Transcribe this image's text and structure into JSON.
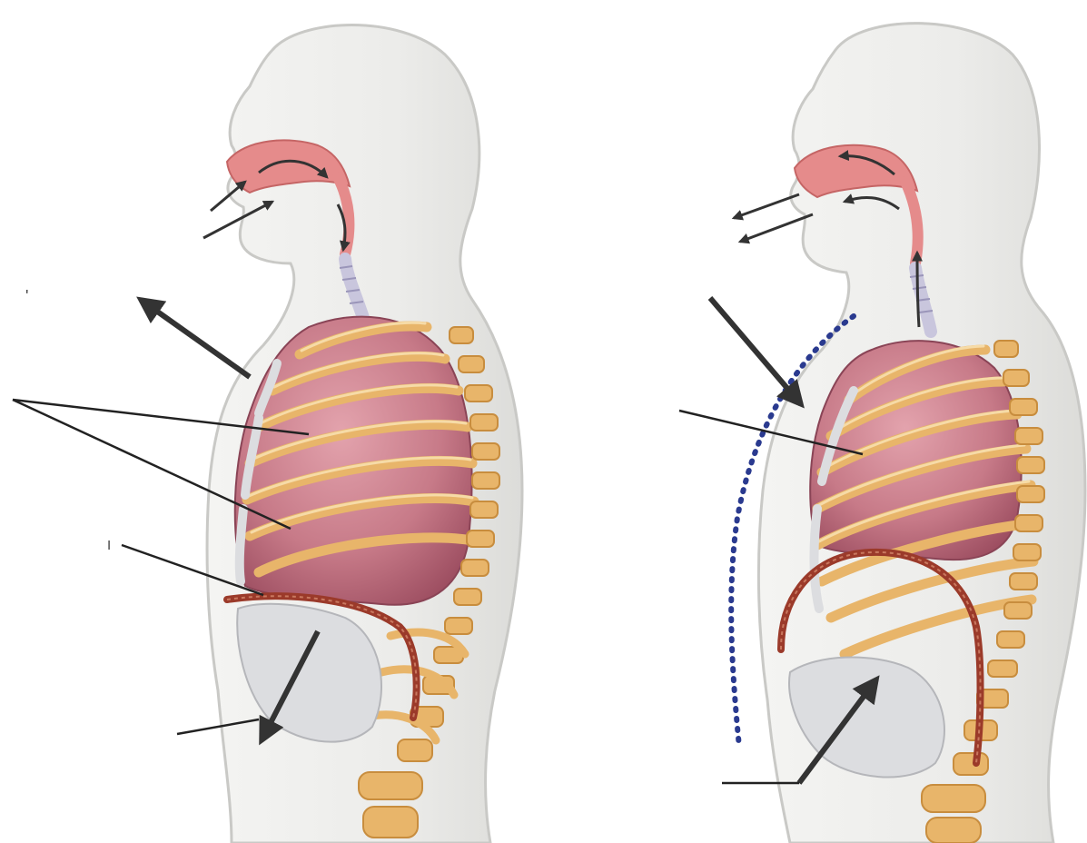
{
  "diagram": {
    "panels": [
      {
        "id": "inhalation",
        "arrows": "air-in-through-nose",
        "diaphragm": "flattened-contracted",
        "ribcage": "expanded",
        "chest-wall-motion": "outward"
      },
      {
        "id": "exhalation",
        "arrows": "air-out-through-nose",
        "diaphragm": "domed-relaxed",
        "ribcage": "contracted",
        "chest-wall-motion": "inward"
      }
    ],
    "stray_marks": {
      "left_label_tick": "I",
      "left_quote_mark": "'"
    },
    "colors": {
      "body": "#eeeeec",
      "body_outline": "#c9c9c6",
      "lung": "#c87a87",
      "lung_shadow": "#9e5062",
      "rib": "#e8b56a",
      "rib_shadow": "#c88d3e",
      "airway": "#e58b8b",
      "diaphragm": "#9b3a2a",
      "cartilage": "#dcdde0",
      "arrow": "#333333",
      "dotted_line": "#2a3a8f"
    }
  }
}
